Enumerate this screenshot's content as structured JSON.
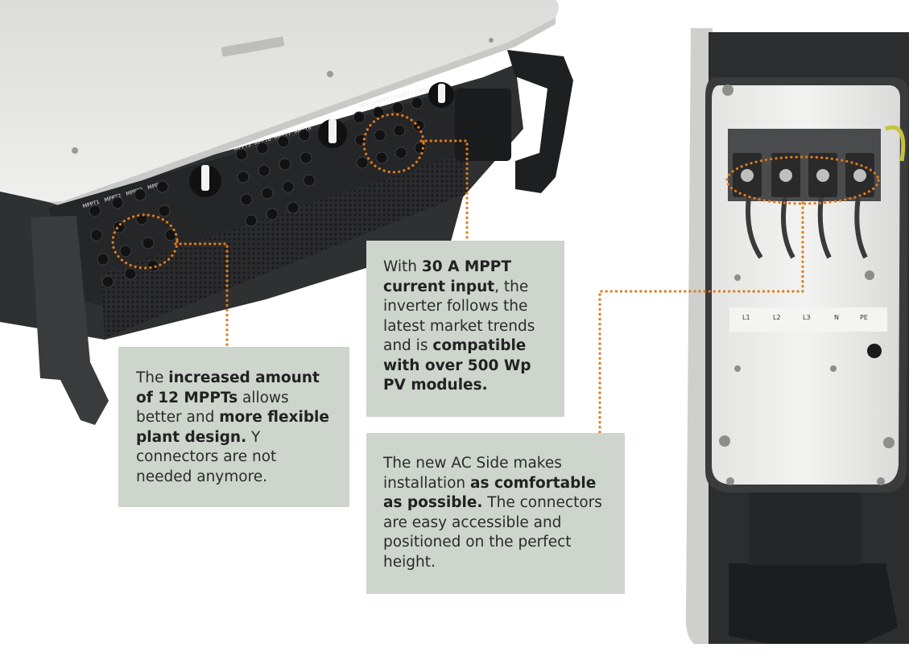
{
  "photo": {
    "mppt_labels_left": [
      "MPPT1",
      "MPPT2",
      "MPPT3",
      "MPPT4"
    ],
    "mppt_labels_mid": [
      "MPPT5",
      "MPPT6",
      "MPPT7",
      "MPPT8"
    ],
    "mppt_labels_right": [
      "MPPT9",
      "MPPT10",
      "MPPT11",
      "MPPT12"
    ],
    "terminal_labels": [
      "L1",
      "L2",
      "L3",
      "N",
      "PE"
    ]
  },
  "callouts": {
    "mppt": {
      "p1": "The ",
      "b1": "increased amount of 12 MPPTs",
      "p2": " allows better and ",
      "b2": "more flexible plant design.",
      "p3": " Y connectors are not needed anymore."
    },
    "current": {
      "p1": "With ",
      "b1": "30 A MPPT current input",
      "p2": ", the inverter follows the latest market trends and is ",
      "b2": "compatible with over 500 Wp PV modules."
    },
    "ac": {
      "p1": "The new AC Side makes installation ",
      "b1": "as comfortable as possible.",
      "p2": " The connectors are easy accessible and positioned on the perfect height."
    }
  },
  "colors": {
    "callout_bg": "#cdd5cc",
    "leader_orange": "#e07b1a",
    "inverter_dark": "#2f3032",
    "inverter_lid": "#e9e9e7"
  }
}
